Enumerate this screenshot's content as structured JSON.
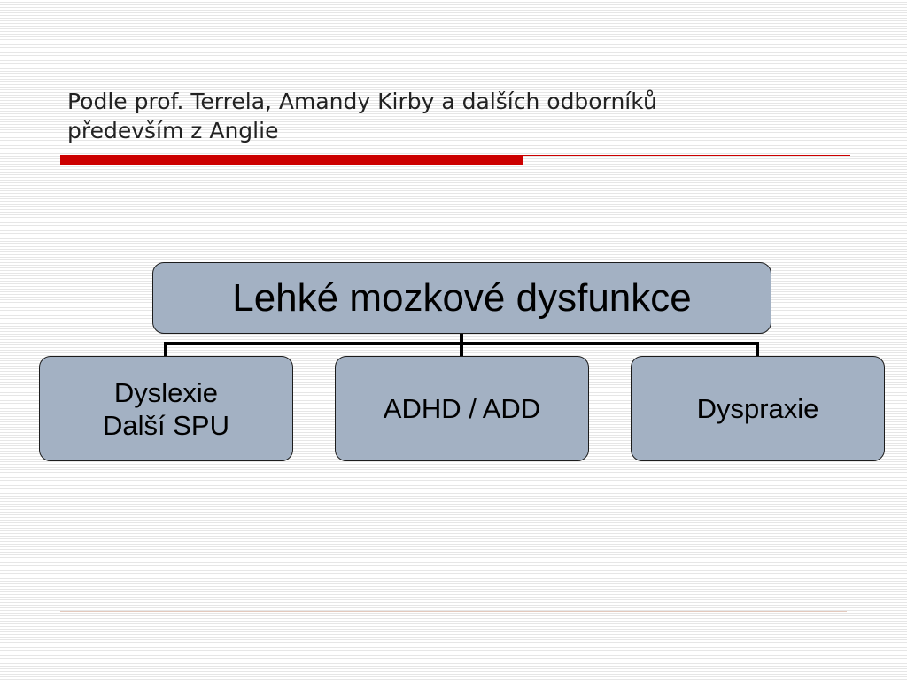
{
  "slide": {
    "title_lines": [
      "Podle prof. Terrela, Amandy Kirby a dalších odborníků",
      "především z Anglie"
    ],
    "accent_color": "#cc0000"
  },
  "diagram": {
    "type": "hierarchy",
    "root": {
      "label": "Lehké mozkové dysfunkce"
    },
    "children": [
      {
        "lines": [
          "Dyslexie",
          "Další SPU"
        ]
      },
      {
        "lines": [
          "ADHD / ADD"
        ]
      },
      {
        "lines": [
          "Dyspraxie"
        ]
      }
    ],
    "box_fill": "#a3b1c3",
    "connector_color": "#000000"
  }
}
